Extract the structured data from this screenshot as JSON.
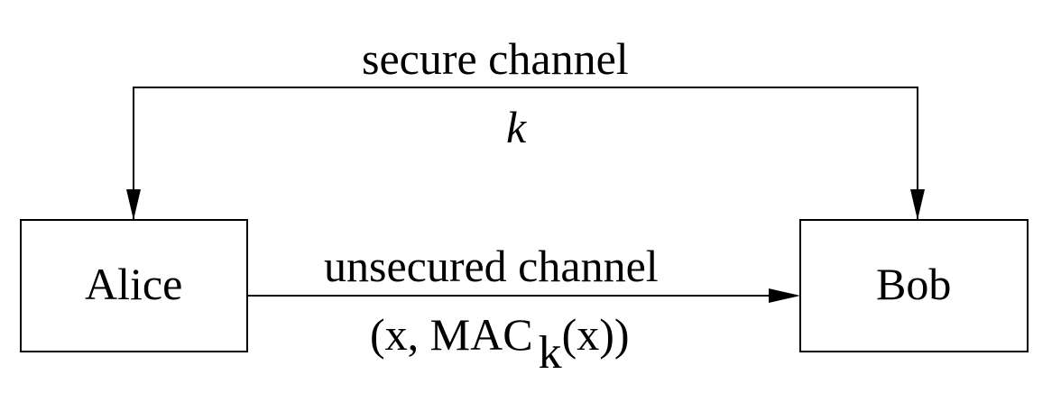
{
  "secure_channel": {
    "label": "secure channel",
    "key": "k"
  },
  "unsecured_channel": {
    "label": "unsecured channel",
    "message_prefix": "(x, MAC",
    "message_subscript": "k",
    "message_suffix": "(x))"
  },
  "nodes": {
    "sender": "Alice",
    "receiver": "Bob"
  },
  "colors": {
    "stroke": "#000000",
    "background": "#ffffff"
  }
}
